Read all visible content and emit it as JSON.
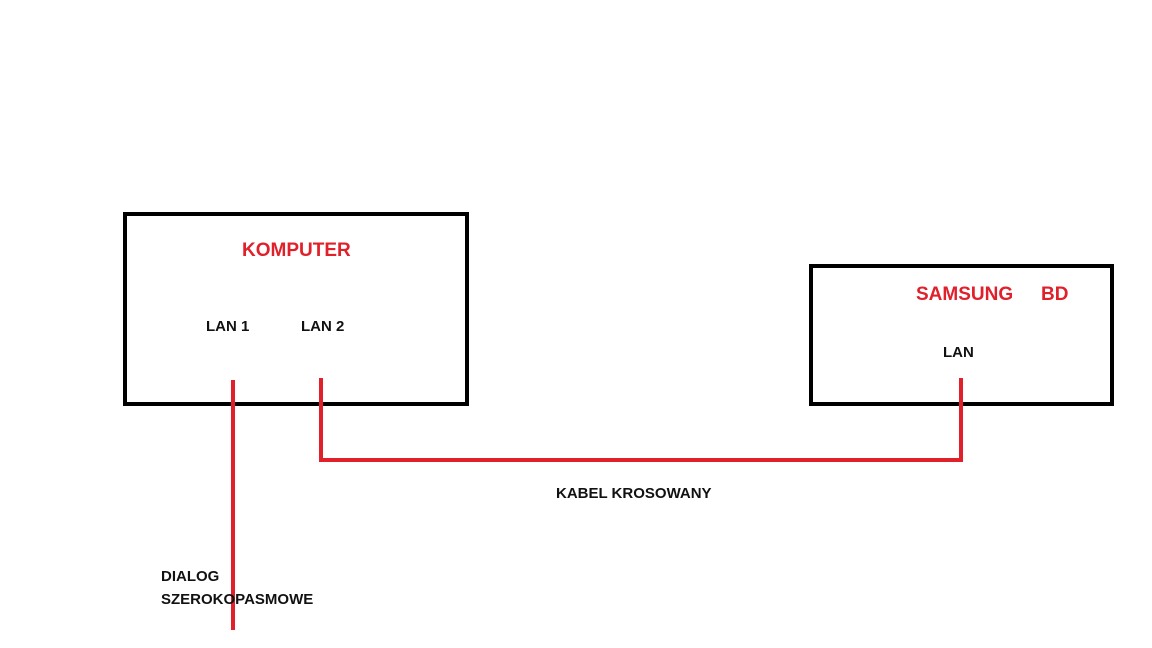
{
  "colors": {
    "box_border": "#000000",
    "wire": "#e0202a",
    "title_text": "#e0202a",
    "label_text": "#111111"
  },
  "nodes": {
    "computer": {
      "title": "KOMPUTER",
      "ports": [
        "LAN 1",
        "LAN 2"
      ]
    },
    "samsung": {
      "title_main": "SAMSUNG",
      "title_suffix": "BD",
      "port": "LAN"
    }
  },
  "connections": {
    "crossover_label": "KABEL KROSOWANY",
    "broadband_label_line1": "DIALOG",
    "broadband_label_line2": "SZEROKOPASMOWE"
  }
}
